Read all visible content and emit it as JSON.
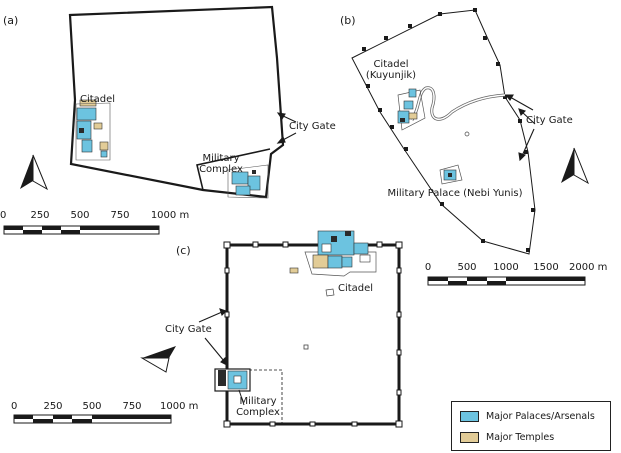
{
  "panels": {
    "a": {
      "letter": "(a)",
      "labels": {
        "citadel": "Citadel",
        "city_gate": "City Gate",
        "military": "Military\nComplex"
      },
      "scale": {
        "ticks": [
          "0",
          "250",
          "500",
          "750",
          "1000 m"
        ]
      }
    },
    "b": {
      "letter": "(b)",
      "labels": {
        "citadel": "Citadel\n(Kuyunjik)",
        "city_gate": "City Gate",
        "military": "Military Palace (Nebi Yunis)"
      },
      "scale": {
        "ticks": [
          "0",
          "500",
          "1000",
          "1500",
          "2000 m"
        ]
      }
    },
    "c": {
      "letter": "(c)",
      "labels": {
        "citadel": "Citadel",
        "city_gate": "City Gate",
        "military": "Military\nComplex"
      },
      "scale": {
        "ticks": [
          "0",
          "250",
          "500",
          "750",
          "1000 m"
        ]
      }
    }
  },
  "legend": {
    "items": [
      {
        "label": "Major Palaces/Arsenals",
        "color": "#6cc3e0"
      },
      {
        "label": "Major Temples",
        "color": "#e2cc97"
      }
    ]
  },
  "colors": {
    "palace": "#6cc3e0",
    "temple": "#e2cc97",
    "line": "#1a1a1a"
  }
}
